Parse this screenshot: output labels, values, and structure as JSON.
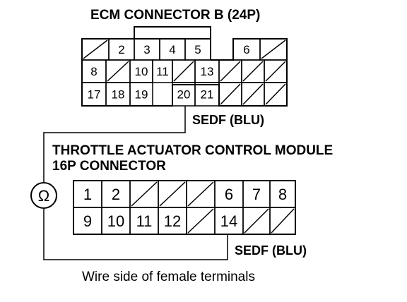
{
  "ecm": {
    "title": "ECM CONNECTOR B (24P)",
    "wire_color": "SEDF (BLU)",
    "row1": [
      "",
      "2",
      "3",
      "4",
      "5",
      "",
      "6",
      ""
    ],
    "row2": [
      "8",
      "",
      "10",
      "11",
      "",
      "13",
      "",
      "",
      ""
    ],
    "row3": [
      "17",
      "18",
      "19",
      "",
      "20",
      "21",
      "",
      "",
      ""
    ]
  },
  "tac": {
    "title_line1": "THROTTLE ACTUATOR CONTROL MODULE",
    "title_line2": "16P CONNECTOR",
    "wire_color": "SEDF (BLU)",
    "row1": [
      "1",
      "2",
      "",
      "",
      "",
      "6",
      "7",
      "8"
    ],
    "row2": [
      "9",
      "10",
      "11",
      "12",
      "",
      "14",
      "",
      ""
    ]
  },
  "meter_symbol": "Ω",
  "caption": "Wire side of female terminals"
}
